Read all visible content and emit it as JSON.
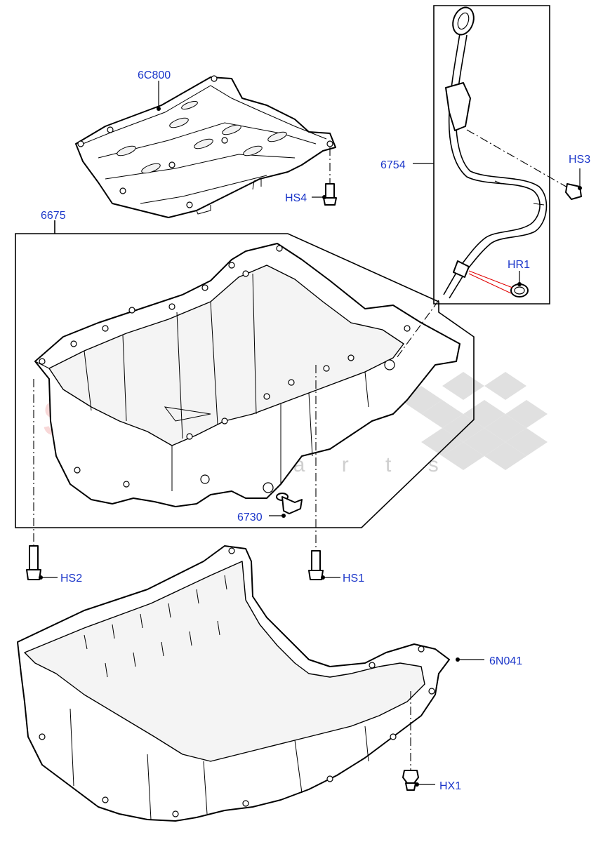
{
  "watermark": {
    "brand": "scuderia",
    "subtitle": "c a r p a r t s"
  },
  "labels": {
    "baffle": "6C800",
    "hs4": "HS4",
    "oil_pan": "6675",
    "dipstick": "6754",
    "hs3": "HS3",
    "hr1": "HR1",
    "drain_plug": "6730",
    "hs2": "HS2",
    "hs1": "HS1",
    "lower_pan": "6N041",
    "hx1": "HX1"
  },
  "colors": {
    "label": "#1a35c9",
    "watermark_red": "#f4b9b9",
    "watermark_grey": "#cfcfcf",
    "seal_leader": "#e00000"
  }
}
